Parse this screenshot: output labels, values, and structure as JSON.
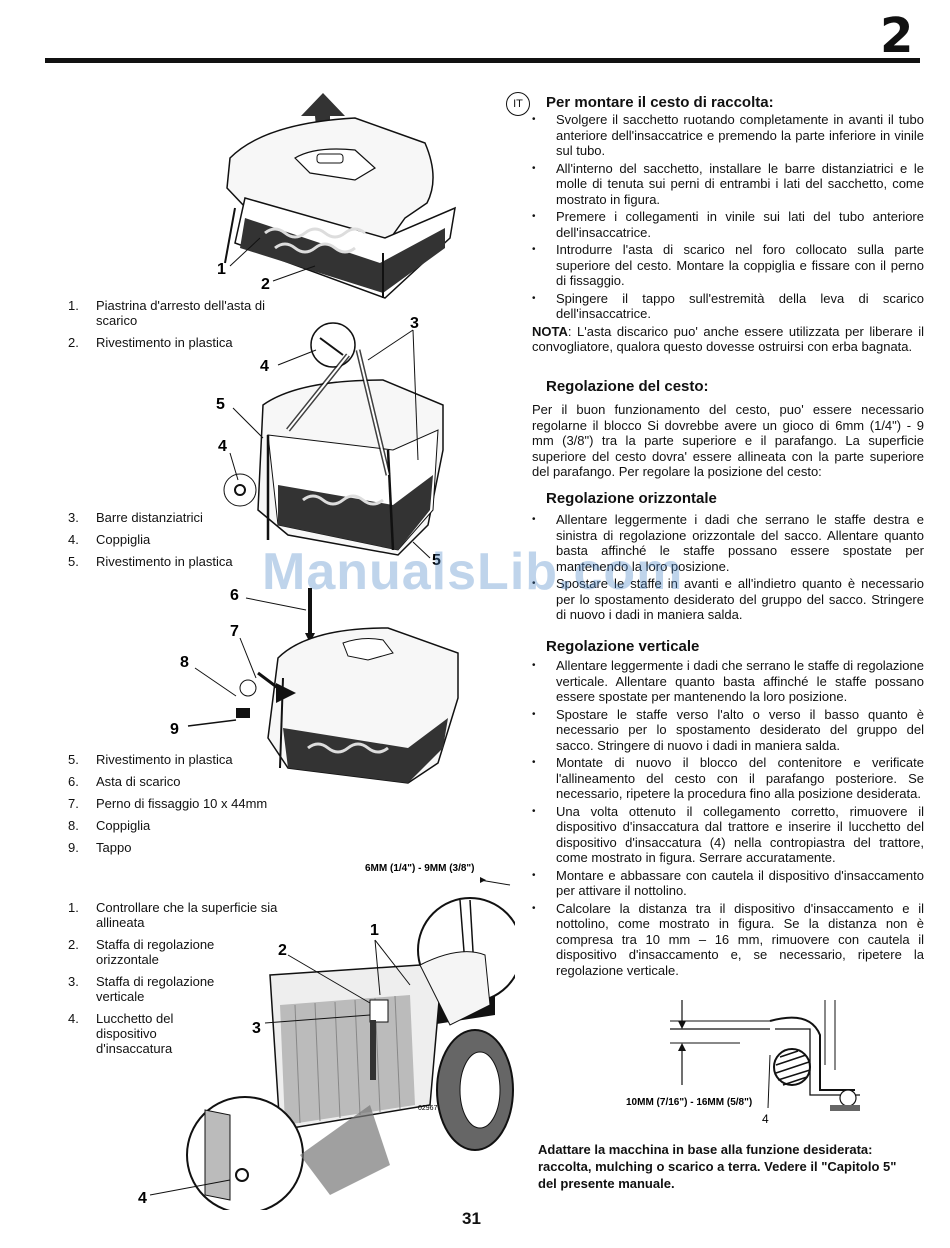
{
  "chapter_number": "2",
  "page_number": "31",
  "watermark": "ManualsLib.com",
  "lang_badge": "IT",
  "section1": {
    "title": "Per montare il cesto di raccolta:",
    "bullets": [
      "Svolgere il sacchetto ruotando completamente in avanti il tubo anteriore dell'insaccatrice e premendo la parte inferiore in vinile sul tubo.",
      "All'interno del sacchetto, installare le barre distanziatrici e le molle di tenuta sui perni di entrambi i lati del sacchetto, come mostrato in figura.",
      "Premere i collegamenti in vinile sui lati del tubo anteriore dell'insaccatrice.",
      "Introdurre l'asta di scarico nel foro collocato sulla parte superiore del cesto. Montare la coppiglia e fissare con il perno di fissaggio.",
      "Spingere il tappo sull'estremità della leva di scarico dell'insaccatrice."
    ],
    "note_label": "NOTA",
    "note_text": ": L'asta discarico puo' anche essere utilizzata per liberare il convogliatore, qualora questo dovesse ostruirsi con erba bagnata."
  },
  "section2": {
    "title": "Regolazione del cesto:",
    "text": "Per il buon funzionamento del cesto, puo' essere necessario regolarne il blocco Si dovrebbe avere un gioco di 6mm (1/4\") - 9 mm (3/8\") tra la parte superiore e il parafango. La superficie superiore del cesto dovra' essere allineata con la parte superiore del parafango. Per regolare la posizione del cesto:"
  },
  "section3": {
    "title": "Regolazione orizzontale",
    "bullets": [
      "Allentare leggermente i dadi che serrano le staffe destra e sinistra di regolazione orizzontale del sacco. Allentare quanto basta affinché le staffe possano essere spostate per mantenendo la loro posizione.",
      "Spostare le staffe in avanti e all'indietro quanto è necessario per lo spostamento desiderato del gruppo del sacco. Stringere di nuovo i dadi in maniera salda."
    ]
  },
  "section4": {
    "title": "Regolazione verticale",
    "bullets": [
      "Allentare leggermente i dadi che serrano le staffe di regolazione verticale. Allentare quanto basta affinché le staffe possano essere spostate per mantenendo la loro posizione.",
      "Spostare le staffe verso l'alto o verso il basso quanto è necessario per lo spostamento desiderato del gruppo del sacco. Stringere di nuovo i dadi in maniera salda.",
      "Montate di nuovo il blocco del contenitore e verificate l'allineamento del cesto con il parafango posteriore. Se necessario, ripetere la procedura fino alla posizione desiderata.",
      "Una volta ottenuto il collegamento corretto, rimuovere il dispositivo d'insaccatura dal trattore e inserire il lucchetto del dispositivo d'insaccatura (4) nella contropiastra del trattore, come mostrato in figura. Serrare accuratamente.",
      "Montare e abbassare con cautela il dispositivo d'insaccamento per attivare il nottolino.",
      "Calcolare la distanza tra il dispositivo d'insaccamento e il nottolino, come mostrato in figura. Se la distanza non è compresa tra 10 mm – 16 mm, rimuovere con cautela il dispositivo d'insaccamento e, se necessario, ripetere la regolazione verticale."
    ]
  },
  "final_note": "Adattare la macchina in base alla funzione desiderata: raccolta, mulching o scarico a terra. Vedere il \"Capitolo 5\" del presente manuale.",
  "legend1": [
    {
      "num": "1.",
      "text": "Piastrina d'arresto dell'asta di scarico"
    },
    {
      "num": "2.",
      "text": "Rivestimento in plastica"
    }
  ],
  "legend2": [
    {
      "num": "3.",
      "text": "Barre distanziatrici"
    },
    {
      "num": "4.",
      "text": "Coppiglia"
    },
    {
      "num": "5.",
      "text": "Rivestimento in plastica"
    }
  ],
  "legend3": [
    {
      "num": "5.",
      "text": "Rivestimento in plastica"
    },
    {
      "num": "6.",
      "text": "Asta di scarico"
    },
    {
      "num": "7.",
      "text": "Perno di fissaggio 10 x 44mm"
    },
    {
      "num": "8.",
      "text": "Coppiglia"
    },
    {
      "num": "9.",
      "text": "Tappo"
    }
  ],
  "legend4": [
    {
      "num": "1.",
      "text": "Controllare che la superficie sia allineata"
    },
    {
      "num": "2.",
      "text": "Staffa di regolazione orizzontale"
    },
    {
      "num": "3.",
      "text": "Staffa di regolazione verticale"
    },
    {
      "num": "4.",
      "text": "Lucchetto del dispositivo d'insaccatura"
    }
  ],
  "fig1_callouts": [
    "1",
    "2"
  ],
  "fig2_callouts": [
    "3",
    "4",
    "5",
    "4",
    "5"
  ],
  "fig3_callouts": [
    "6",
    "7",
    "8",
    "9"
  ],
  "fig4_callouts": [
    "1",
    "2",
    "3",
    "4"
  ],
  "fig4_dimension": "6MM (1/4\") - 9MM (3/8\")",
  "fig5_dimension": "10MM (7/16\") - 16MM (5/8\")",
  "fig5_callout": "4",
  "fig_codes": [
    "02967"
  ]
}
